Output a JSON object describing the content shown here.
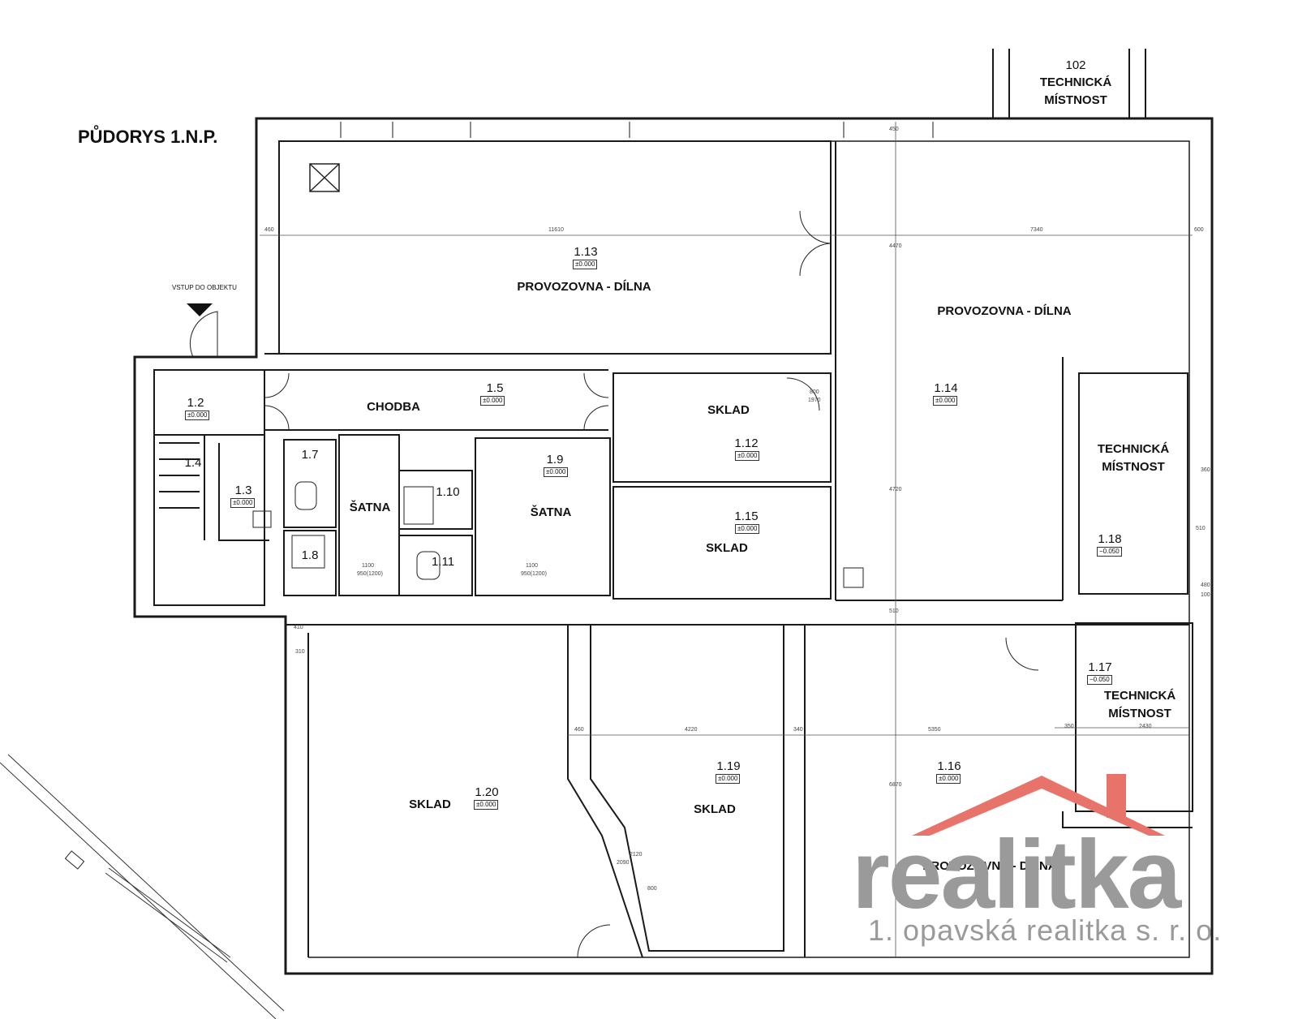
{
  "plan_title": "PŮDORYS 1.N.P.",
  "entry_label": "VSTUP DO OBJEKTU",
  "rooms": {
    "r102": {
      "number": "102",
      "name_line1": "TECHNICKÁ",
      "name_line2": "MÍSTNOST"
    },
    "r113": {
      "number": "1.13",
      "level": "±0.000",
      "name": "PROVOZOVNA - DÍLNA"
    },
    "r114": {
      "number": "1.14",
      "level": "±0.000",
      "name": "PROVOZOVNA - DÍLNA"
    },
    "r12": {
      "number": "1.2",
      "level": "±0.000"
    },
    "r13": {
      "number": "1.3",
      "level": "±0.000"
    },
    "r14": {
      "number": "1.4"
    },
    "r15": {
      "number": "1.5",
      "level": "±0.000",
      "name": "CHODBA"
    },
    "r17": {
      "number": "1.7"
    },
    "r18": {
      "number": "1.8"
    },
    "r19": {
      "number": "1.9",
      "level": "±0.000",
      "name": "ŠATNA"
    },
    "r110": {
      "number": "1.10"
    },
    "r111": {
      "number": "1.11"
    },
    "satna_left": {
      "name": "ŠATNA"
    },
    "r112": {
      "number": "1.12",
      "level": "±0.000",
      "name": "SKLAD"
    },
    "r115": {
      "number": "1.15",
      "level": "±0.000",
      "name": "SKLAD"
    },
    "r118": {
      "number": "1.18",
      "level": "−0.050",
      "name_line1": "TECHNICKÁ",
      "name_line2": "MÍSTNOST"
    },
    "r117": {
      "number": "1.17",
      "level": "−0.050",
      "name_line1": "TECHNICKÁ",
      "name_line2": "MÍSTNOST"
    },
    "r120": {
      "number": "1.20",
      "level": "±0.000",
      "name": "SKLAD"
    },
    "r119": {
      "number": "1.19",
      "level": "±0.000",
      "name": "SKLAD"
    },
    "r116": {
      "number": "1.16",
      "level": "±0.000",
      "name": "PROVOZOVNA - DÍLNA"
    }
  },
  "dimensions": {
    "d460_top": "460",
    "d11610": "11610",
    "d7340": "7340",
    "d600": "600",
    "d450": "450",
    "d4470": "4470",
    "d4720": "4720",
    "d510": "510",
    "d6870": "6870",
    "d460_mid": "460",
    "d4220": "4220",
    "d340": "340",
    "d5350": "5350",
    "d350": "350",
    "d2430": "2430",
    "d800": "800",
    "d1970": "1970",
    "d360": "360",
    "d480": "480",
    "d100": "100",
    "d510b": "510",
    "d1100a": "1100",
    "d950a": "950(1200)",
    "d1100b": "1100",
    "d950b": "950(1200)",
    "d410": "410",
    "d310": "310",
    "d2120": "2120",
    "d2090": "2090",
    "d800b": "800"
  },
  "watermark": {
    "brand": "realitka",
    "company": "1. opavská realitka s. r. o.",
    "roof_color": "#e8736a",
    "text_color": "#9a9a9a"
  }
}
